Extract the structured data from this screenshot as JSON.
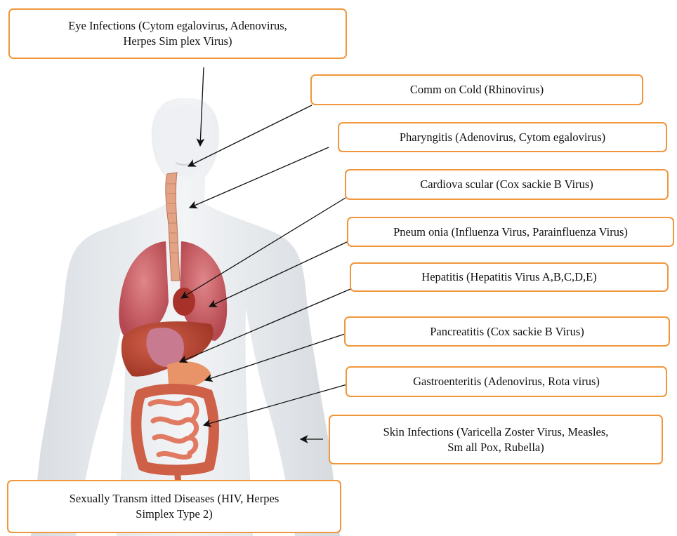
{
  "labels": {
    "eye": "Eye Infections (Cytom egalovirus, Adenovirus,\nHerpes Sim plex Virus)",
    "cold": "Comm on Cold (Rhinovirus)",
    "pharyngitis": "Pharyngitis (Adenovirus, Cytom egalovirus)",
    "cardiovascular": "Cardiova scular (Cox sackie B Virus)",
    "pneumonia": "Pneum onia (Influenza Virus, Parainfluenza Virus)",
    "hepatitis": "Hepatitis (Hepatitis Virus A,B,C,D,E)",
    "pancreatitis": "Pancreatitis (Cox sackie B Virus)",
    "gastroenteritis": "Gastroenteritis (Adenovirus, Rota virus)",
    "skin": "Skin Infections (Varicella Zoster Virus, Measles,\nSm all Pox, Rubella)",
    "std": "Sexually Transm itted Diseases (HIV, Herpes\nSimplex Type 2)"
  },
  "colors": {
    "box_border": "#f0963c",
    "arrow": "#111111",
    "skin": "#e9ecf0",
    "lung": "#c9575e",
    "liver": "#b8442e",
    "intestine": "#d8664a",
    "trachea": "#e7a98a"
  }
}
